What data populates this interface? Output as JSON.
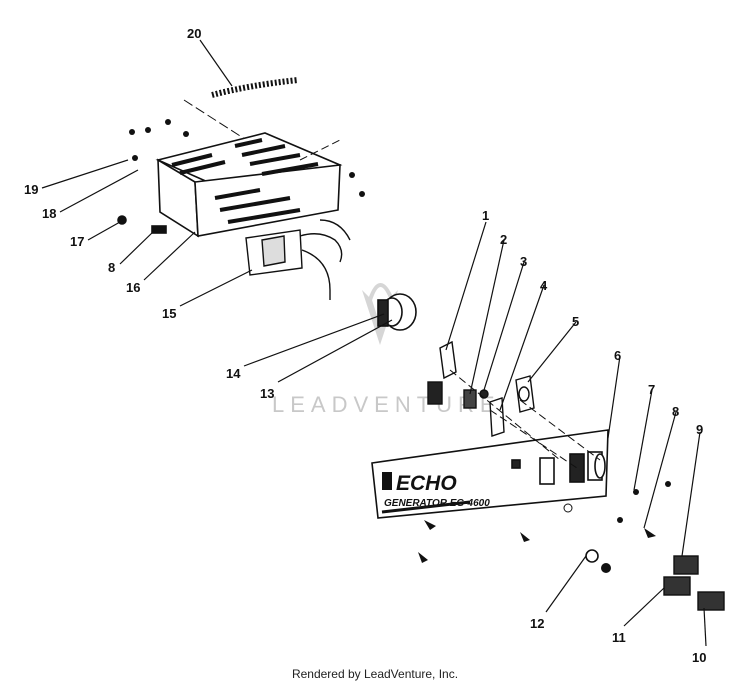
{
  "callouts": {
    "c1": "1",
    "c2": "2",
    "c3": "3",
    "c4": "4",
    "c5": "5",
    "c6": "6",
    "c7": "7",
    "c8a": "8",
    "c8b": "8",
    "c9": "9",
    "c10": "10",
    "c11": "11",
    "c12": "12",
    "c13": "13",
    "c14": "14",
    "c15": "15",
    "c16": "16",
    "c17": "17",
    "c18": "18",
    "c19": "19",
    "c20": "20"
  },
  "panel": {
    "brand": "ECHO",
    "model": "GENERATOR  EG-4600"
  },
  "watermark": "LEADVENTURE",
  "footer": "Rendered by LeadVenture, Inc.",
  "colors": {
    "ink": "#111111",
    "watermark": "#c8c8c8"
  }
}
